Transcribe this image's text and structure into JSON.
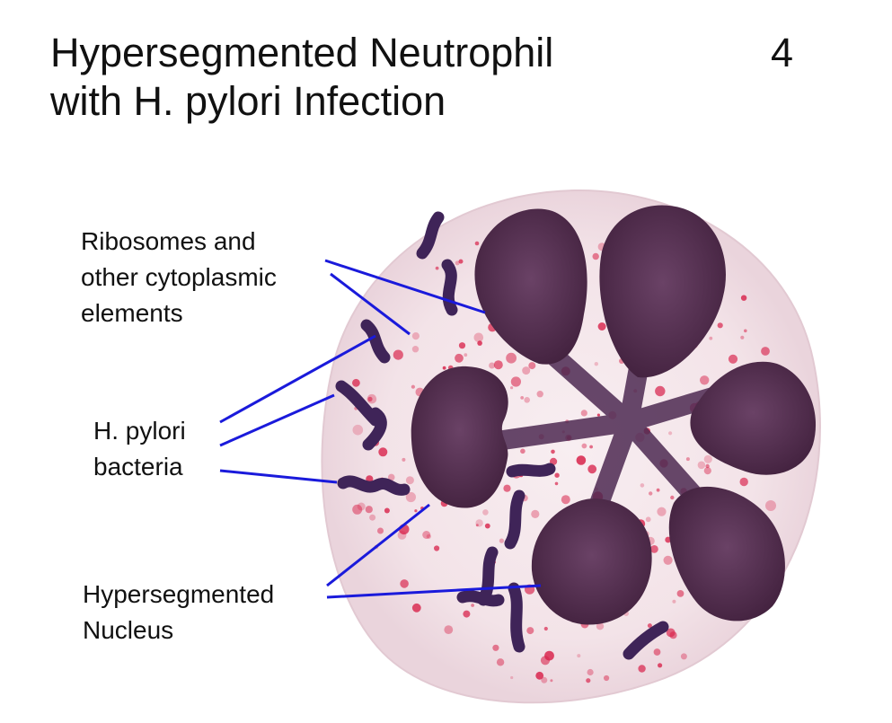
{
  "title": {
    "line1": "Hypersegmented Neutrophil",
    "line2": "with H. pylori Infection"
  },
  "slide_number": "4",
  "labels": {
    "ribosomes": [
      "Ribosomes and",
      "other cytoplasmic",
      "elements"
    ],
    "bacteria": [
      "H. pylori",
      "bacteria"
    ],
    "nucleus": [
      "Hypersegmented",
      "Nucleus"
    ]
  },
  "colors": {
    "leader_line": "#1a1adb",
    "nucleus": "#4e2a52",
    "bacteria": "#3f2458",
    "granules": "#d8224a",
    "cytoplasm": "#f3e3e8"
  }
}
